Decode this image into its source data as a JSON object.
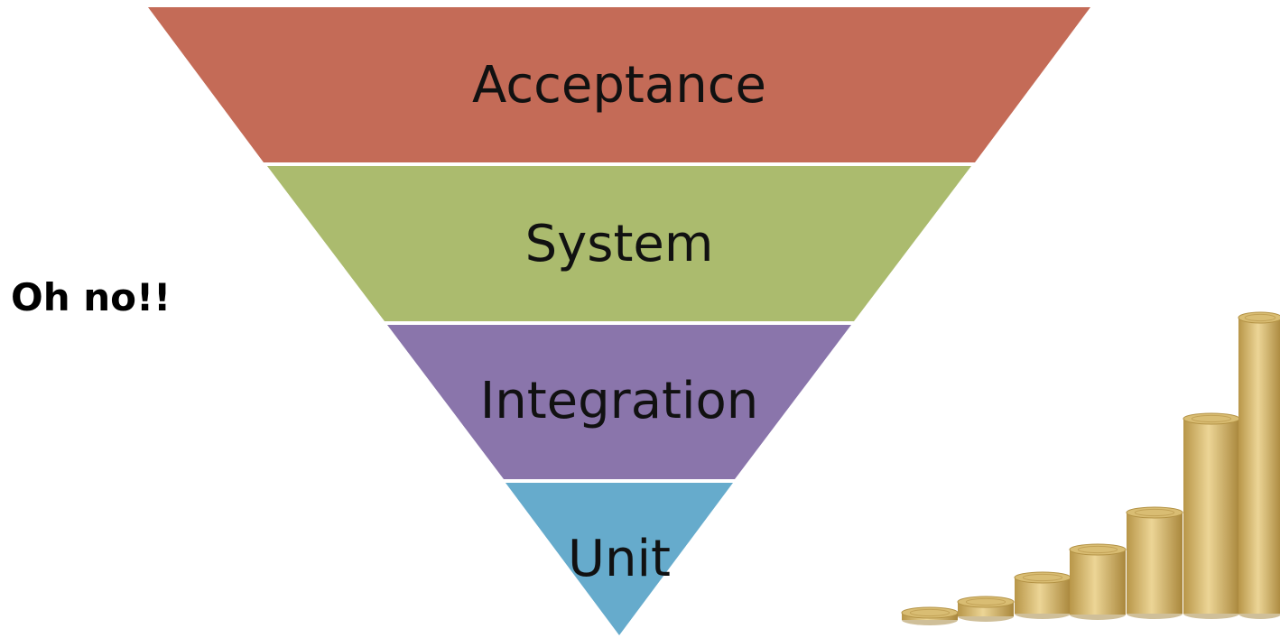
{
  "pyramid": {
    "layers": [
      {
        "label": "Acceptance",
        "color": "#c46b57"
      },
      {
        "label": "System",
        "color": "#abbb6e"
      },
      {
        "label": "Integration",
        "color": "#8a75ab"
      },
      {
        "label": "Unit",
        "color": "#66abcc"
      }
    ]
  },
  "side_note": "Oh no!!",
  "illustration": {
    "name": "stacked-coins",
    "coin_color": "#d9bd73"
  }
}
